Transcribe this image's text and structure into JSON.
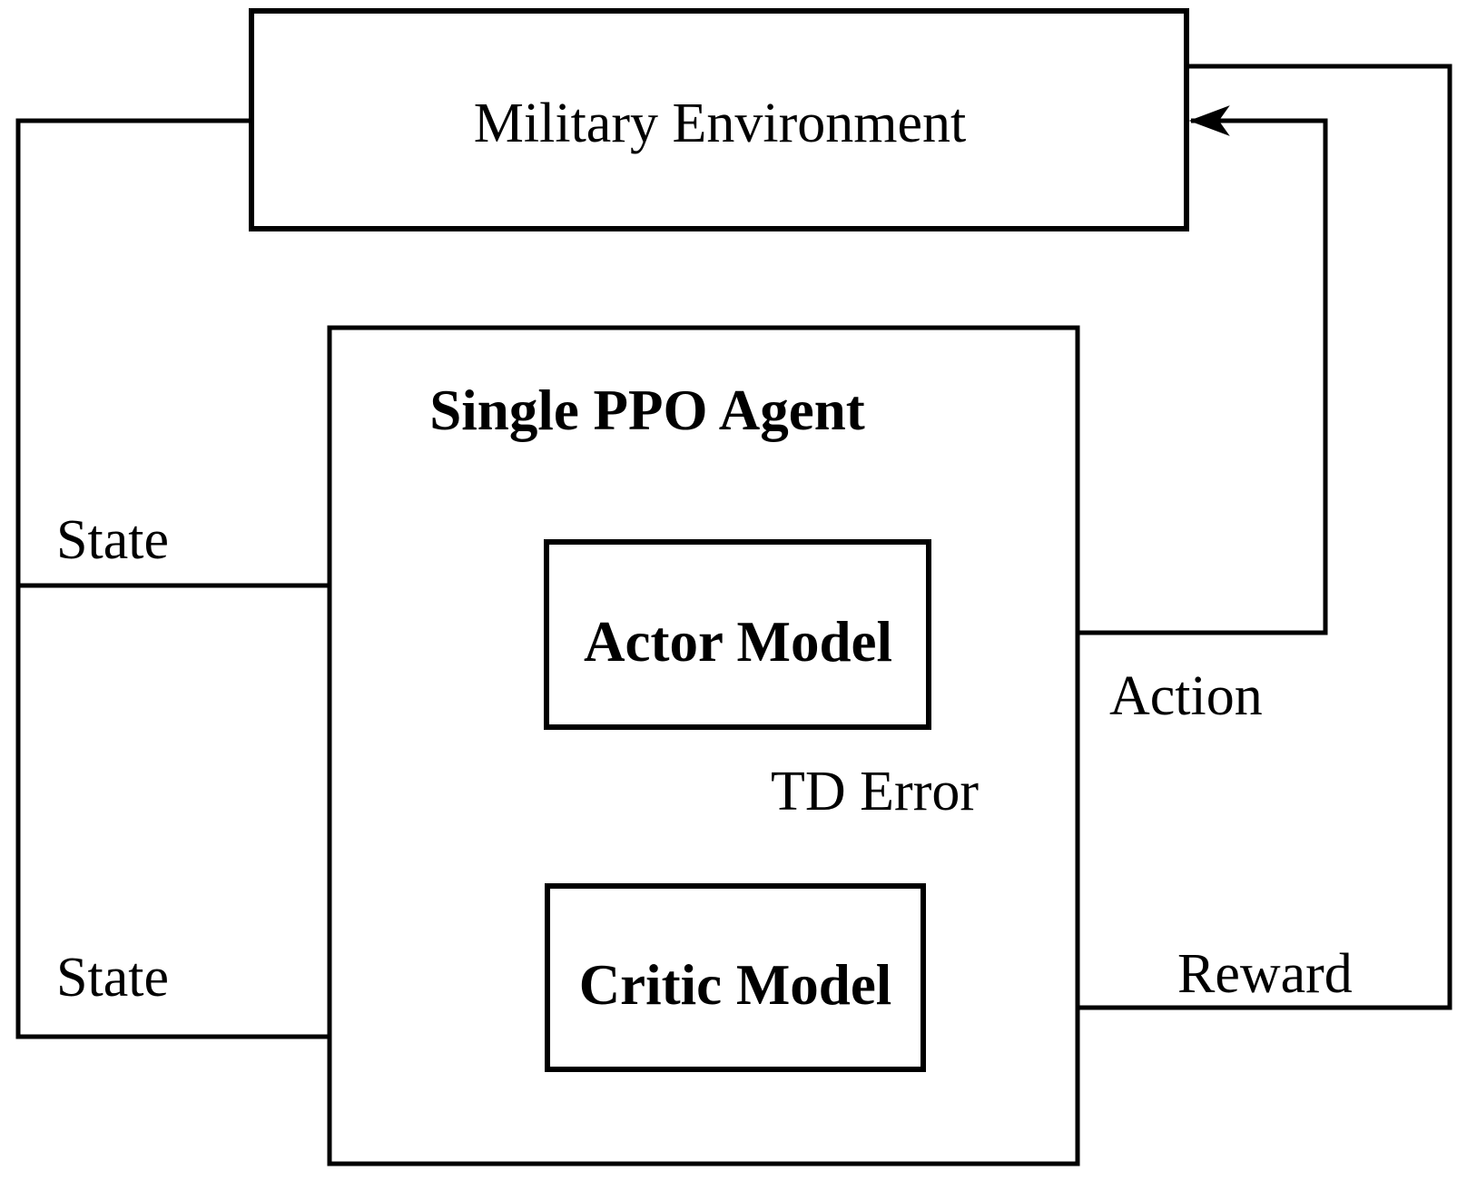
{
  "diagram": {
    "nodes": {
      "environment": {
        "label": "Military Environment"
      },
      "agent": {
        "label": "Single PPO Agent"
      },
      "actor": {
        "label": "Actor Model"
      },
      "critic": {
        "label": "Critic Model"
      }
    },
    "labels": {
      "state_top": "State",
      "state_bottom": "State",
      "action": "Action",
      "reward": "Reward",
      "td_error": "TD Error"
    },
    "edges": [
      {
        "id": "state-to-actor",
        "label": "State",
        "from": "environment",
        "to": "actor"
      },
      {
        "id": "state-to-critic",
        "label": "State",
        "from": "environment",
        "to": "critic"
      },
      {
        "id": "action-to-environment",
        "label": "Action",
        "from": "actor",
        "to": "environment"
      },
      {
        "id": "reward-to-critic",
        "label": "Reward",
        "from": "environment",
        "to": "critic"
      },
      {
        "id": "td-error-to-critic",
        "label": "TD Error",
        "from": "critic",
        "to": "critic"
      },
      {
        "id": "td-error-to-actor",
        "label": "TD Error",
        "from": "critic",
        "to": "actor"
      }
    ],
    "colors": {
      "line": "#000000",
      "background": "#ffffff",
      "text": "#000000"
    }
  }
}
